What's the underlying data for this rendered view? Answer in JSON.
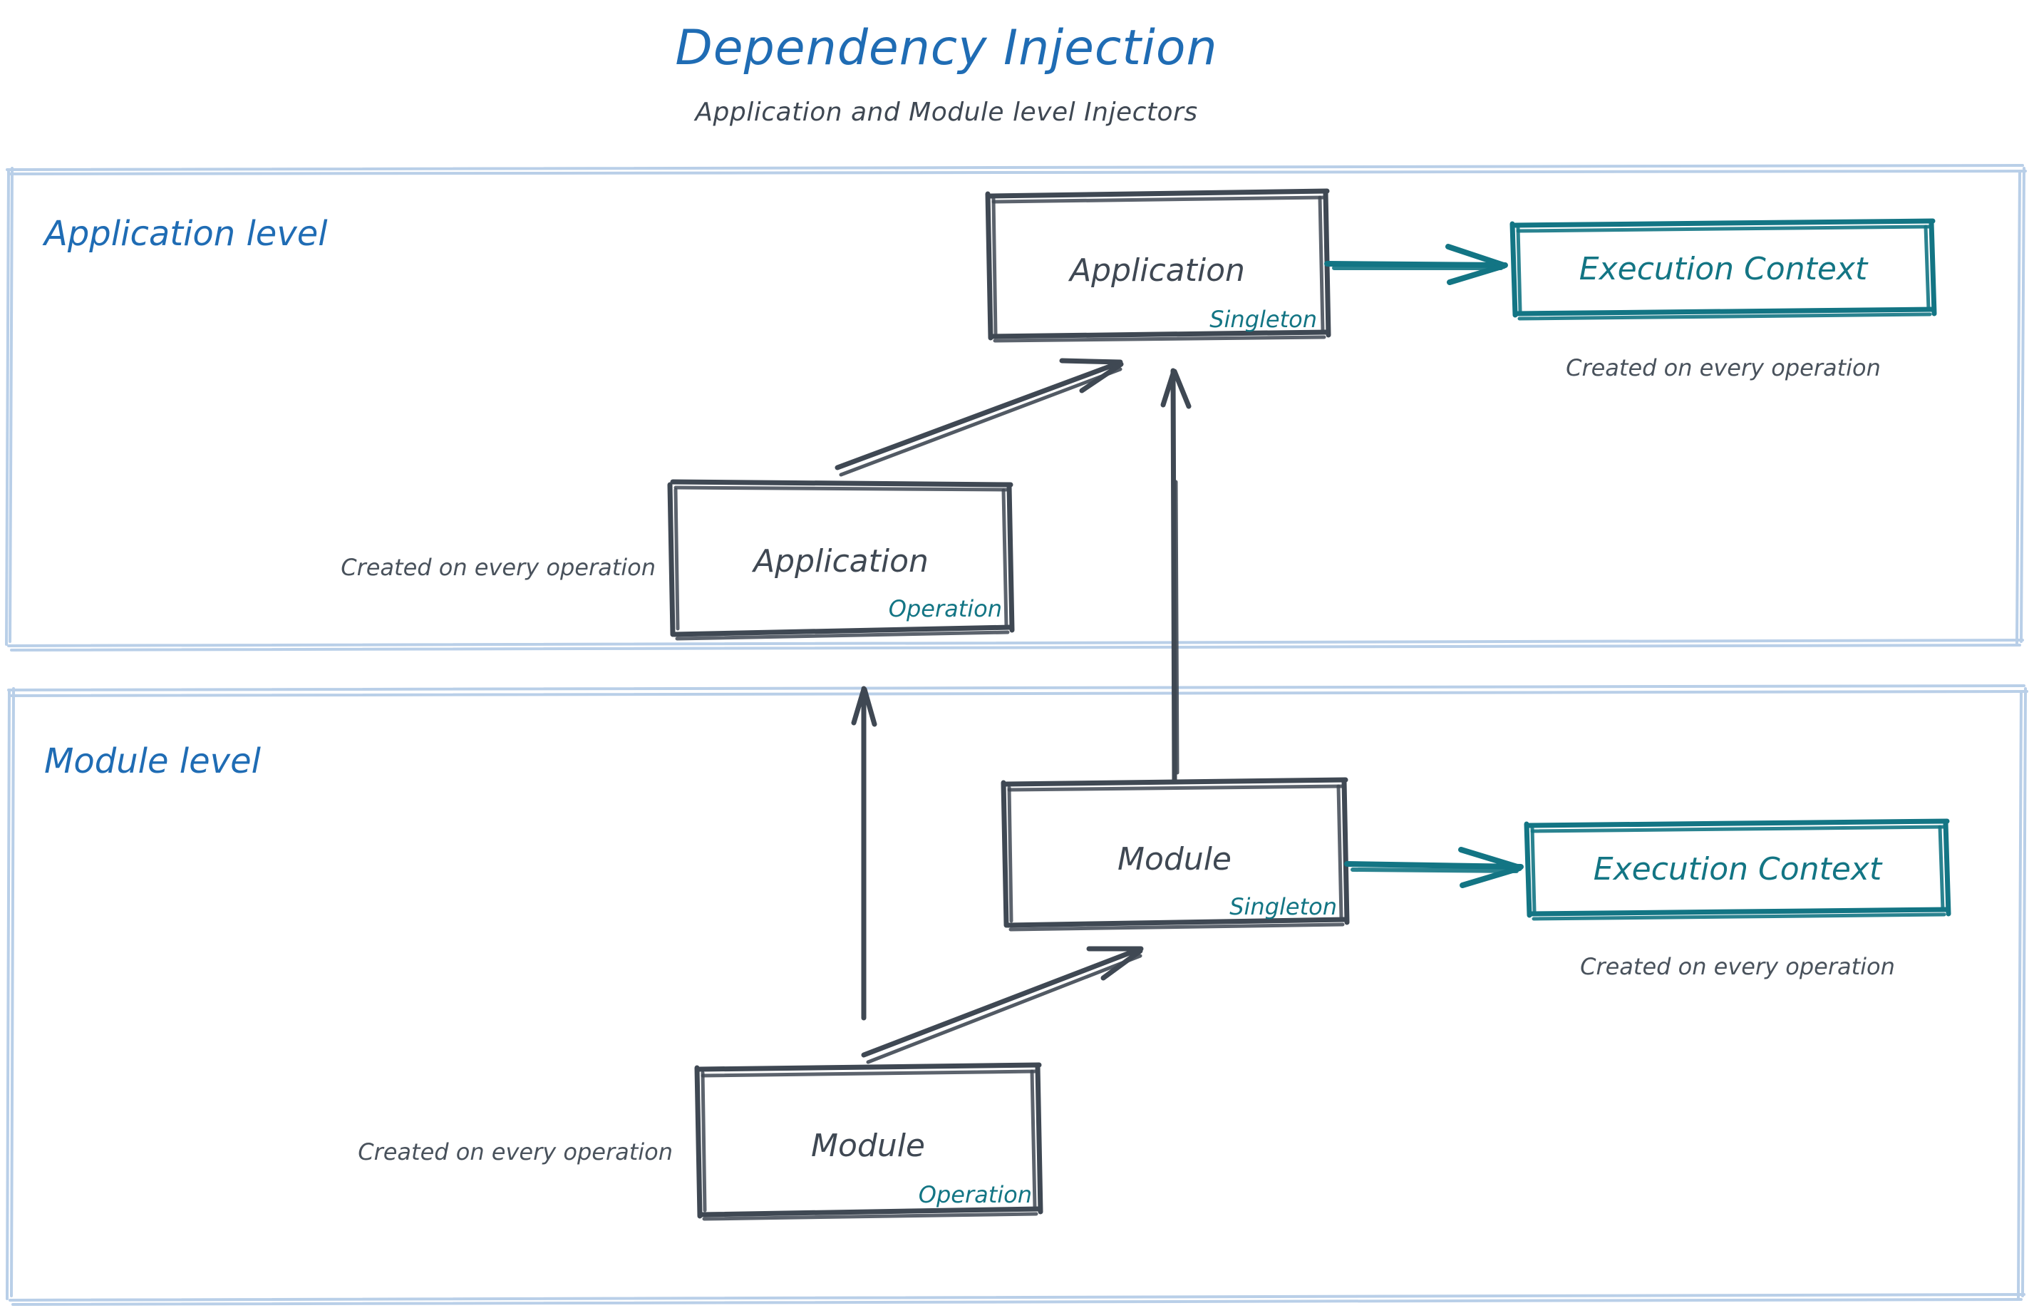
{
  "header": {
    "title": "Dependency Injection",
    "subtitle": "Application and Module level Injectors"
  },
  "colors": {
    "title_blue": "#1f6cb4",
    "zone_border": "#b9cfe8",
    "node_stroke": "#3f4853",
    "teal": "#137584",
    "note_text": "#49525c",
    "background": "#ffffff"
  },
  "zones": [
    {
      "id": "application-level",
      "label": "Application level",
      "nodes": [
        {
          "id": "application-singleton",
          "title": "Application",
          "scope": "Singleton"
        },
        {
          "id": "application-operation",
          "title": "Application",
          "scope": "Operation"
        },
        {
          "id": "application-execution-context",
          "title": "Execution Context"
        }
      ],
      "notes": [
        {
          "id": "note-app-exec-context",
          "text": "Created on every operation"
        },
        {
          "id": "note-app-operation",
          "text": "Created on every operation"
        }
      ]
    },
    {
      "id": "module-level",
      "label": "Module level",
      "nodes": [
        {
          "id": "module-singleton",
          "title": "Module",
          "scope": "Singleton"
        },
        {
          "id": "module-operation",
          "title": "Module",
          "scope": "Operation"
        },
        {
          "id": "module-execution-context",
          "title": "Execution Context"
        }
      ],
      "notes": [
        {
          "id": "note-module-exec-context",
          "text": "Created on every operation"
        },
        {
          "id": "note-module-operation",
          "text": "Created on every operation"
        }
      ]
    }
  ],
  "connections": [
    {
      "id": "app-singleton-to-exec-context",
      "from": "application-singleton",
      "to": "application-execution-context",
      "style": "teal-arrow"
    },
    {
      "id": "app-operation-to-app-singleton",
      "from": "application-operation",
      "to": "application-singleton",
      "style": "dark-arrow"
    },
    {
      "id": "module-singleton-to-app-singleton",
      "from": "module-singleton",
      "to": "application-singleton",
      "style": "dark-arrow"
    },
    {
      "id": "module-operation-to-app-operation",
      "from": "module-operation",
      "to": "application-operation",
      "style": "dark-arrow"
    },
    {
      "id": "module-operation-to-module-singleton",
      "from": "module-operation",
      "to": "module-singleton",
      "style": "dark-arrow"
    },
    {
      "id": "module-singleton-to-exec-context",
      "from": "module-singleton",
      "to": "module-execution-context",
      "style": "teal-arrow"
    }
  ]
}
